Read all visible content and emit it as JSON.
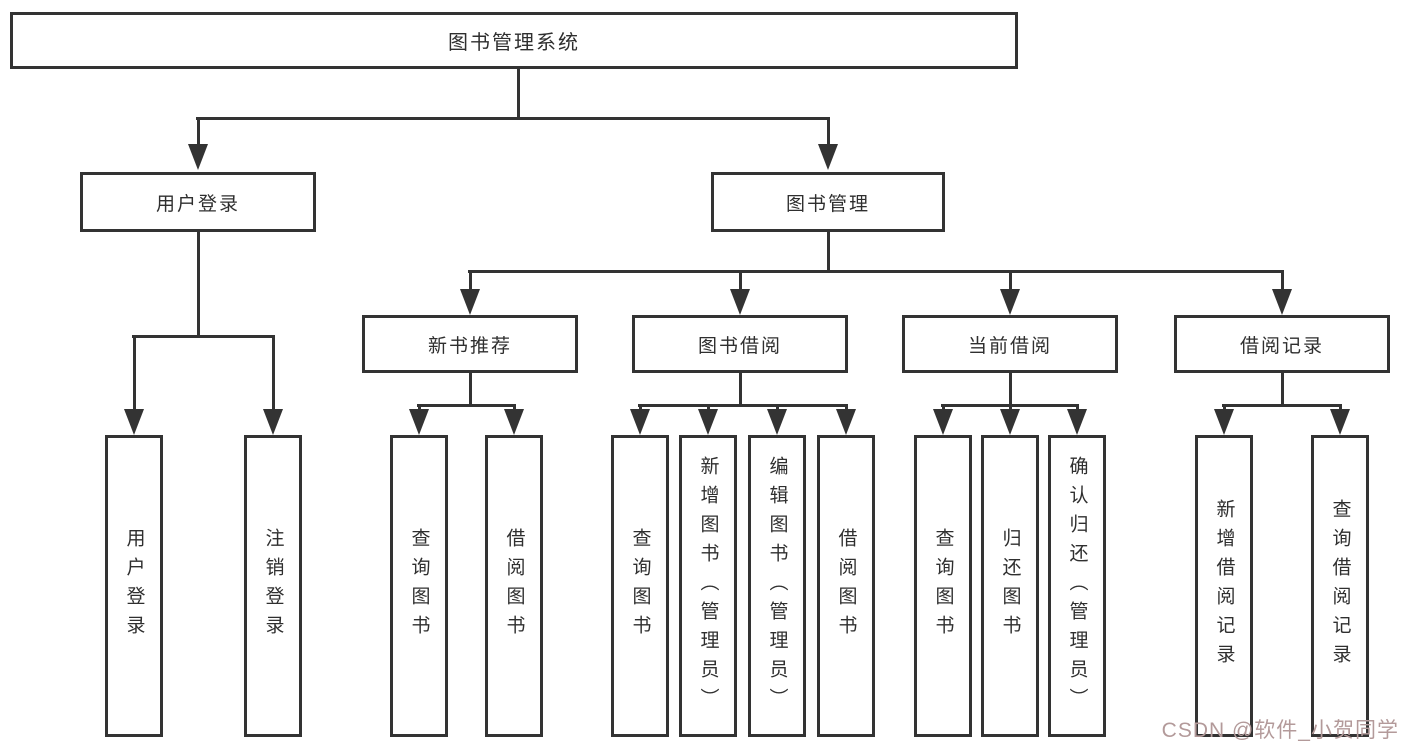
{
  "colors": {
    "line": "#333333",
    "text": "#2f2f2f",
    "bg": "#ffffff",
    "watermark": "#b39a9a"
  },
  "diagram": {
    "root": "图书管理系统",
    "level2": [
      "用户登录",
      "图书管理"
    ],
    "level3": [
      "新书推荐",
      "图书借阅",
      "当前借阅",
      "借阅记录"
    ],
    "leafGroups": [
      {
        "parent": "用户登录",
        "items": [
          "用户登录",
          "注销登录"
        ]
      },
      {
        "parent": "新书推荐",
        "items": [
          "查询图书",
          "借阅图书"
        ]
      },
      {
        "parent": "图书借阅",
        "items": [
          "查询图书",
          "新增图书（管理员）",
          "编辑图书（管理员）",
          "借阅图书"
        ]
      },
      {
        "parent": "当前借阅",
        "items": [
          "查询图书",
          "归还图书",
          "确认归还（管理员）"
        ]
      },
      {
        "parent": "借阅记录",
        "items": [
          "新增借阅记录",
          "查询借阅记录"
        ]
      }
    ]
  },
  "watermark": "CSDN @软件_小贺同学"
}
